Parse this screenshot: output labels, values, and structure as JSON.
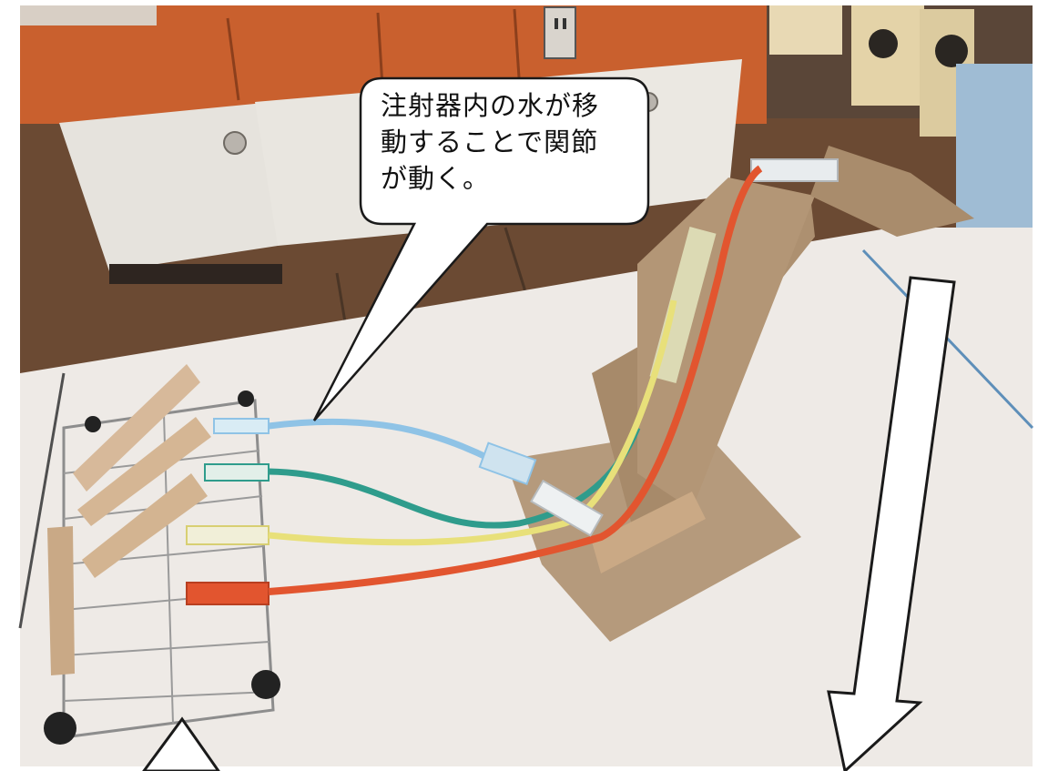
{
  "photo": {
    "subject": "syringe-hydraulic-arm-model",
    "tube_colors": {
      "blue": "#8fc3e6",
      "green": "#2f9c8c",
      "yellow": "#e8e07a",
      "red": "#e2552f"
    },
    "cardboard_color": "#b59a7c",
    "table_color": "#eeeae6",
    "cabinet_color": "#c9602e"
  },
  "callout": {
    "text": "注射器内の水が移\n動することで関節\nが動く。"
  },
  "arrows": [
    {
      "name": "down-arrow-right",
      "direction": "down"
    },
    {
      "name": "up-arrow-left",
      "direction": "up"
    }
  ]
}
